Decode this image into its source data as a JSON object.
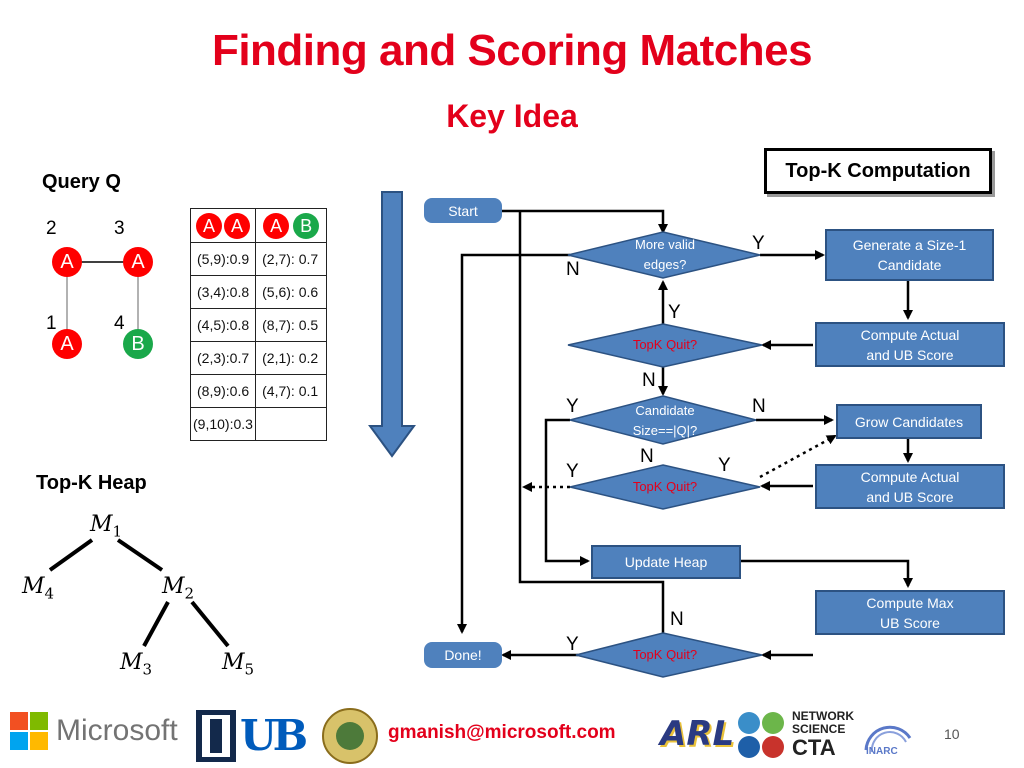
{
  "title": "Finding and Scoring Matches",
  "subtitle": "Key Idea",
  "query": {
    "label": "Query Q",
    "nodes": [
      {
        "num": "2",
        "label": "A",
        "color": "#ff0000"
      },
      {
        "num": "3",
        "label": "A",
        "color": "#ff0000"
      },
      {
        "num": "1",
        "label": "A",
        "color": "#ff0000"
      },
      {
        "num": "4",
        "label": "B",
        "color": "#1aa84a"
      }
    ]
  },
  "edge_table": {
    "headers": [
      [
        "A",
        "A"
      ],
      [
        "A",
        "B"
      ]
    ],
    "rows": [
      [
        "(5,9):0.9",
        "(2,7): 0.7"
      ],
      [
        "(3,4):0.8",
        "(5,6): 0.6"
      ],
      [
        "(4,5):0.8",
        "(8,7): 0.5"
      ],
      [
        "(2,3):0.7",
        "(2,1): 0.2"
      ],
      [
        "(8,9):0.6",
        "(4,7): 0.1"
      ],
      [
        "(9,10):0.3",
        ""
      ]
    ]
  },
  "heap": {
    "label": "Top-K Heap",
    "nodes": [
      {
        "var": "M",
        "sub": "1"
      },
      {
        "var": "M",
        "sub": "4"
      },
      {
        "var": "M",
        "sub": "2"
      },
      {
        "var": "M",
        "sub": "3"
      },
      {
        "var": "M",
        "sub": "5"
      }
    ]
  },
  "flow": {
    "header": "Top-K Computation",
    "start": "Start",
    "done": "Done!",
    "more_valid_1": "More valid",
    "more_valid_2": "edges?",
    "topk_quit": "TopK Quit?",
    "candidate_1": "Candidate",
    "candidate_2": "Size==|Q|?",
    "gen_1": "Generate a Size-1",
    "gen_2": "Candidate",
    "compute_1": "Compute Actual",
    "compute_2": "and UB Score",
    "grow": "Grow Candidates",
    "update_heap": "Update Heap",
    "max_1": "Compute Max",
    "max_2": "UB Score",
    "Y": "Y",
    "N": "N"
  },
  "footer": {
    "microsoft": "Microsoft",
    "email": "gmanish@microsoft.com",
    "arl": "ARL",
    "network_1": "NETWORK",
    "network_2": "SCIENCE",
    "network_3": "CTA",
    "inarc": "INARC",
    "page": "10"
  },
  "colors": {
    "title": "#e3001b",
    "flow_box": "#4f81bd",
    "red_node": "#ff0000",
    "green_node": "#1aa84a"
  }
}
